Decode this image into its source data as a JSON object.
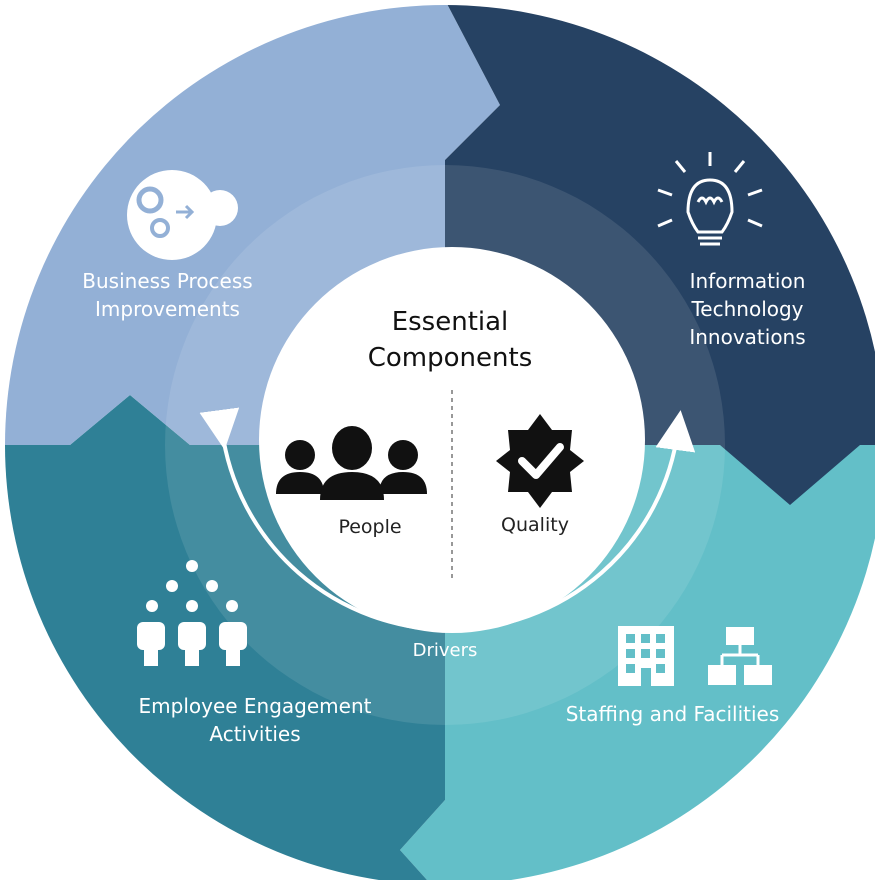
{
  "center": {
    "title_line1": "Essential",
    "title_line2": "Components",
    "left_label": "People",
    "right_label": "Quality",
    "ring_label": "Drivers"
  },
  "segments": {
    "top_left": {
      "line1": "Business Process",
      "line2": "Improvements",
      "icon": "gears-icon",
      "color": "#93b0d6"
    },
    "top_right": {
      "line1": "Information",
      "line2": "Technology",
      "line3": "Innovations",
      "icon": "lightbulb-icon",
      "color": "#264263"
    },
    "bottom_left": {
      "line1": "Employee Engagement",
      "line2": "Activities",
      "icon": "people-network-icon",
      "color": "#2f8096"
    },
    "bottom_right": {
      "line1": "Staffing and Facilities",
      "icons": [
        "building-icon",
        "org-chart-icon"
      ],
      "color": "#63bfc8"
    }
  }
}
